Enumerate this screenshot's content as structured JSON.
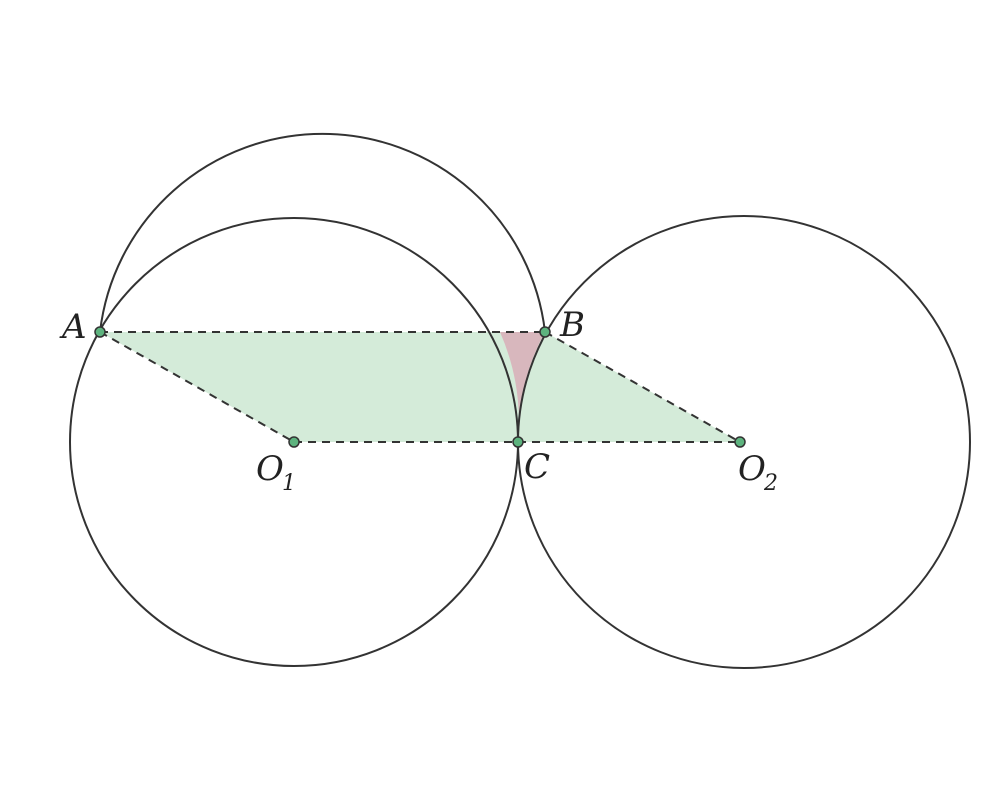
{
  "labels": {
    "A": "A",
    "B": "B",
    "C": "C",
    "O1": "O",
    "O1_sub": "1",
    "O2": "O",
    "O2_sub": "2"
  },
  "colors": {
    "crescent_fill": "#f4a0c0",
    "parallelogram_fill": "#d4ebd9",
    "overlap_fill": "#d8b7bd",
    "point_fill": "#5db37e",
    "stroke": "#333333"
  }
}
